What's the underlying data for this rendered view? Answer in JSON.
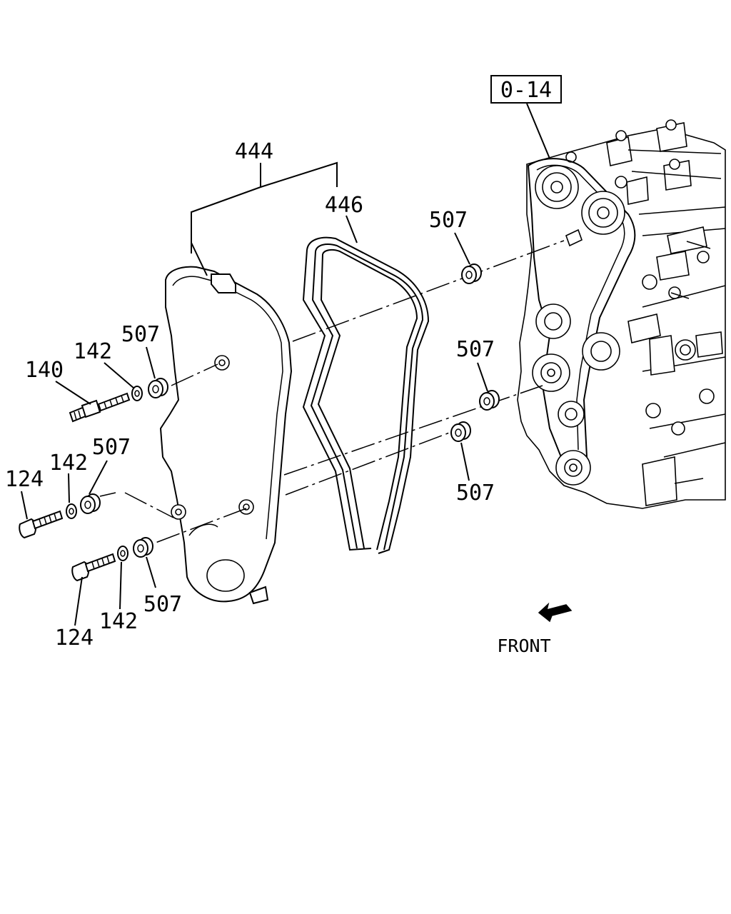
{
  "diagram": {
    "reference_box": "0-14",
    "callouts": {
      "cover_assembly": "444",
      "gasket": "446",
      "grommet_upper_right": "507",
      "grommet_middle_right": "507",
      "grommet_lower_right": "507",
      "grommet_upper_left": "507",
      "grommet_middle_left": "507",
      "grommet_lower_left": "507",
      "stud_bolt": "140",
      "washer_upper": "142",
      "washer_middle": "142",
      "washer_lower": "142",
      "bolt_middle": "124",
      "bolt_lower": "124"
    },
    "front_label": "FRONT"
  }
}
